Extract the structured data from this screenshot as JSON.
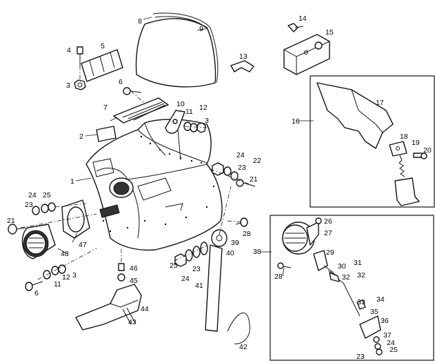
{
  "diagram": {
    "callouts": [
      {
        "id": "c1",
        "text": "1"
      },
      {
        "id": "c2",
        "text": "2"
      },
      {
        "id": "c3a",
        "text": "3"
      },
      {
        "id": "c3b",
        "text": "3"
      },
      {
        "id": "c3c",
        "text": "3"
      },
      {
        "id": "c4",
        "text": "4"
      },
      {
        "id": "c5",
        "text": "5"
      },
      {
        "id": "c6a",
        "text": "6"
      },
      {
        "id": "c6b",
        "text": "6"
      },
      {
        "id": "c7",
        "text": "7"
      },
      {
        "id": "c8",
        "text": "8"
      },
      {
        "id": "c9",
        "text": "9"
      },
      {
        "id": "c10",
        "text": "10"
      },
      {
        "id": "c11a",
        "text": "11"
      },
      {
        "id": "c11b",
        "text": "11"
      },
      {
        "id": "c12a",
        "text": "12"
      },
      {
        "id": "c12b",
        "text": "12"
      },
      {
        "id": "c13",
        "text": "13"
      },
      {
        "id": "c14",
        "text": "14"
      },
      {
        "id": "c15",
        "text": "15"
      },
      {
        "id": "c16",
        "text": "16"
      },
      {
        "id": "c17",
        "text": "17"
      },
      {
        "id": "c18",
        "text": "18"
      },
      {
        "id": "c19",
        "text": "19"
      },
      {
        "id": "c20",
        "text": "20"
      },
      {
        "id": "c21a",
        "text": "21"
      },
      {
        "id": "c21b",
        "text": "21"
      },
      {
        "id": "c22",
        "text": "22"
      },
      {
        "id": "c23a",
        "text": "23"
      },
      {
        "id": "c23b",
        "text": "23"
      },
      {
        "id": "c23c",
        "text": "23"
      },
      {
        "id": "c23d",
        "text": "23"
      },
      {
        "id": "c24a",
        "text": "24"
      },
      {
        "id": "c24b",
        "text": "24"
      },
      {
        "id": "c24c",
        "text": "24"
      },
      {
        "id": "c24d",
        "text": "24"
      },
      {
        "id": "c25a",
        "text": "25"
      },
      {
        "id": "c25b",
        "text": "25"
      },
      {
        "id": "c25c",
        "text": "25"
      },
      {
        "id": "c26",
        "text": "26"
      },
      {
        "id": "c27",
        "text": "27"
      },
      {
        "id": "c28a",
        "text": "28"
      },
      {
        "id": "c28b",
        "text": "28"
      },
      {
        "id": "c29",
        "text": "29"
      },
      {
        "id": "c30",
        "text": "30"
      },
      {
        "id": "c31",
        "text": "31"
      },
      {
        "id": "c32a",
        "text": "32"
      },
      {
        "id": "c32b",
        "text": "32"
      },
      {
        "id": "c33",
        "text": "33"
      },
      {
        "id": "c34",
        "text": "34"
      },
      {
        "id": "c35",
        "text": "35"
      },
      {
        "id": "c36",
        "text": "36"
      },
      {
        "id": "c37",
        "text": "37"
      },
      {
        "id": "c38",
        "text": "38"
      },
      {
        "id": "c39",
        "text": "39"
      },
      {
        "id": "c40",
        "text": "40"
      },
      {
        "id": "c41",
        "text": "41"
      },
      {
        "id": "c42",
        "text": "42"
      },
      {
        "id": "c43",
        "text": "43"
      },
      {
        "id": "c44",
        "text": "44"
      },
      {
        "id": "c45",
        "text": "45"
      },
      {
        "id": "c46",
        "text": "46"
      },
      {
        "id": "c47",
        "text": "47"
      },
      {
        "id": "c48",
        "text": "48"
      }
    ]
  }
}
